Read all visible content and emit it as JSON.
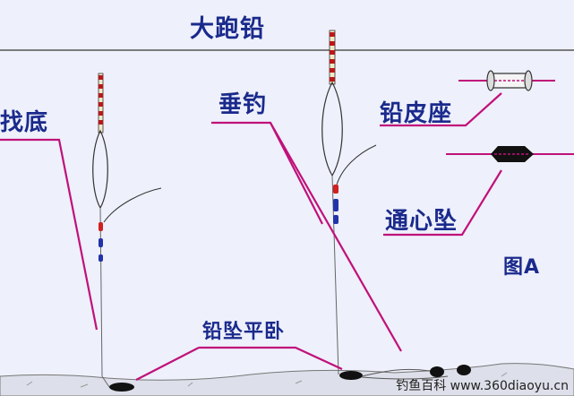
{
  "title": "大跑铅",
  "labels": {
    "find_bottom": "找底",
    "vertical_hook": "垂钓",
    "sinker_base": "铅皮座",
    "through_sinker": "通心坠",
    "figure": "图A",
    "sinker_flat": "铅坠平卧"
  },
  "watermark": "钓鱼百科 www.360diaoyu.cn",
  "colors": {
    "text": "#1a2a8c",
    "pointer": "#c0117a",
    "background": "#eef0fb",
    "float_red": "#d02020",
    "float_blue": "#2233aa",
    "lead": "#111111"
  }
}
